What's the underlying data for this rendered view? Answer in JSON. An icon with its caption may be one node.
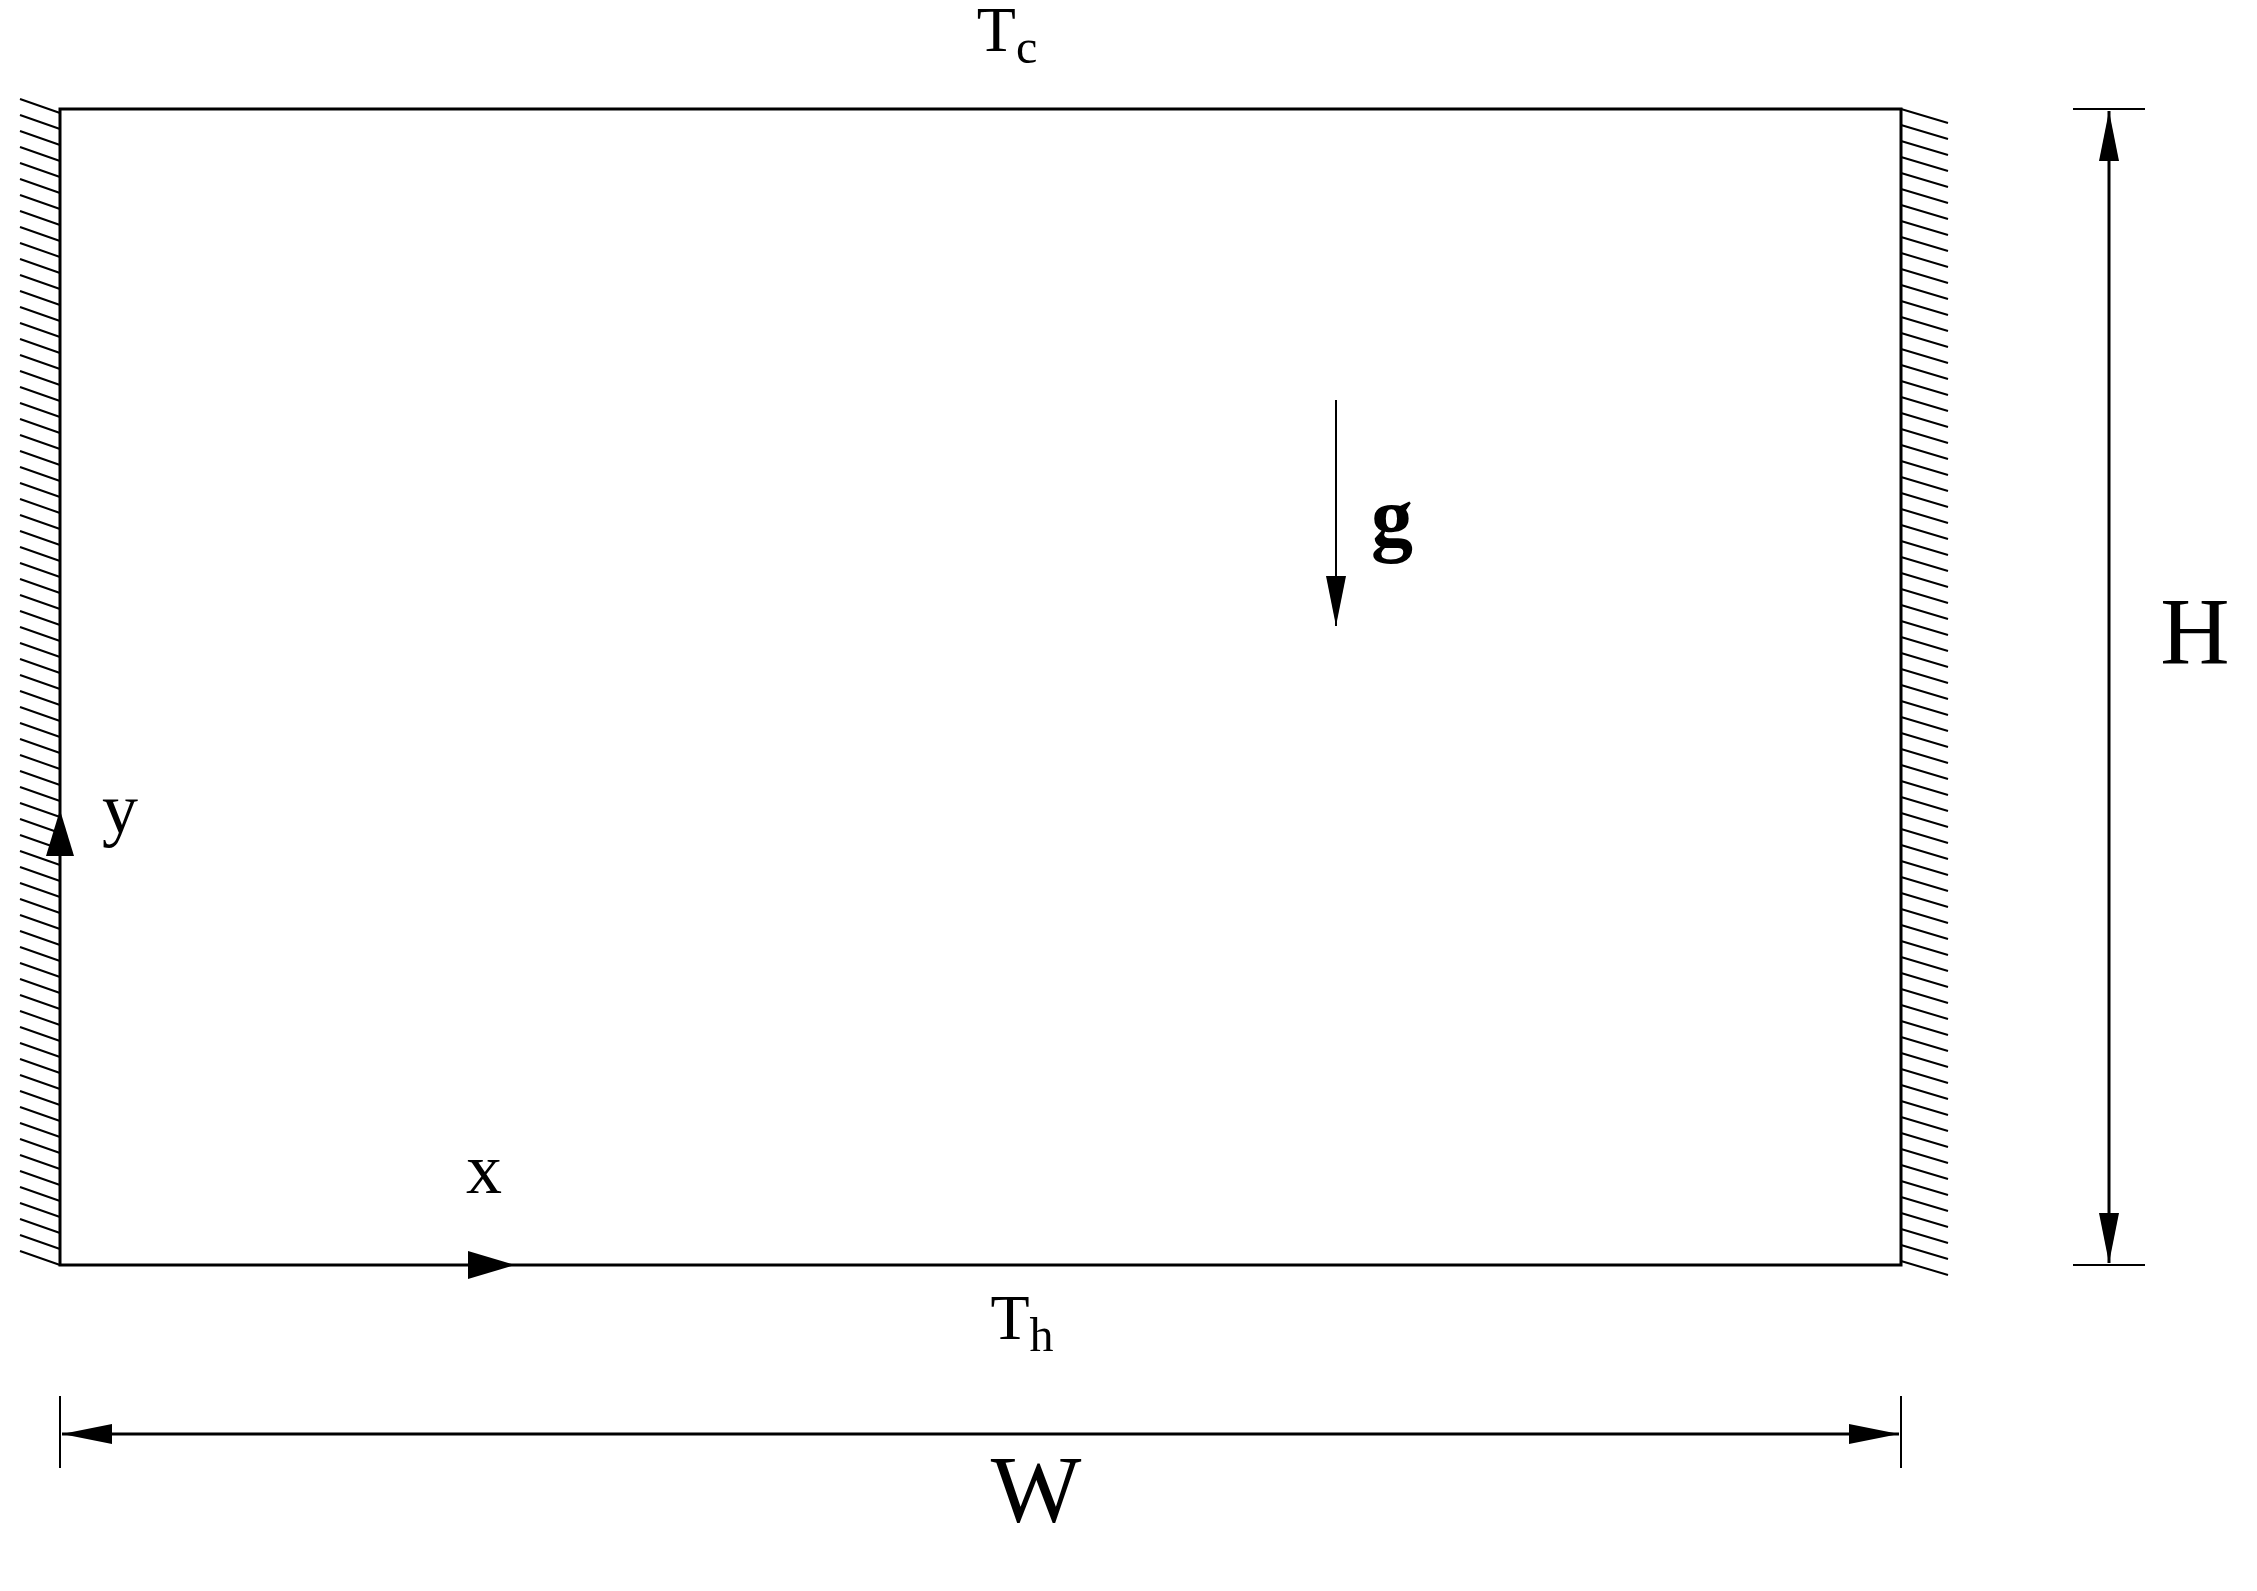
{
  "diagram": {
    "labels": [
      "T$_{c}$",
      "g",
      "H",
      "y",
      "x",
      "T$_{h}$",
      "W"
    ]
  }
}
